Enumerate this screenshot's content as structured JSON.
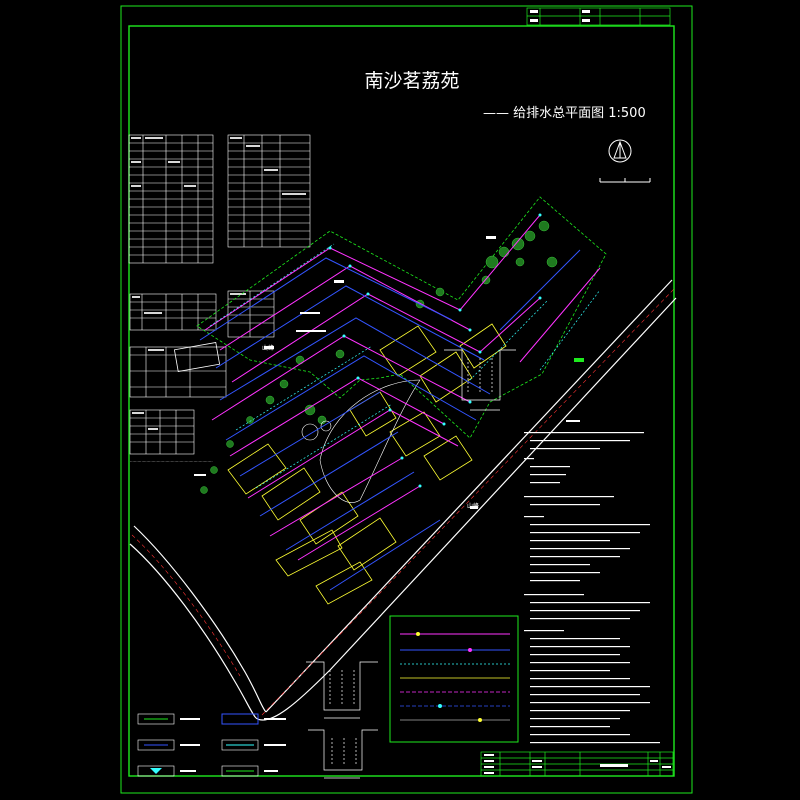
{
  "drawing": {
    "title": "南沙茗荔苑",
    "subtitle": "—— 给排水总平面图 1:500",
    "roads": [
      "山峰",
      "山峰"
    ]
  },
  "colors": {
    "background": "#000000",
    "frame": "#00ff00",
    "water_supply": "#ff33ff",
    "drainage": "#3355ff",
    "rain": "#33ffff",
    "buildings": "#ffff33",
    "vegetation": "#2e9a2e",
    "text": "#ffffff"
  },
  "icons": [
    "north-arrow-icon",
    "tree-symbol-icon",
    "pipe-legend-symbol-icon"
  ]
}
